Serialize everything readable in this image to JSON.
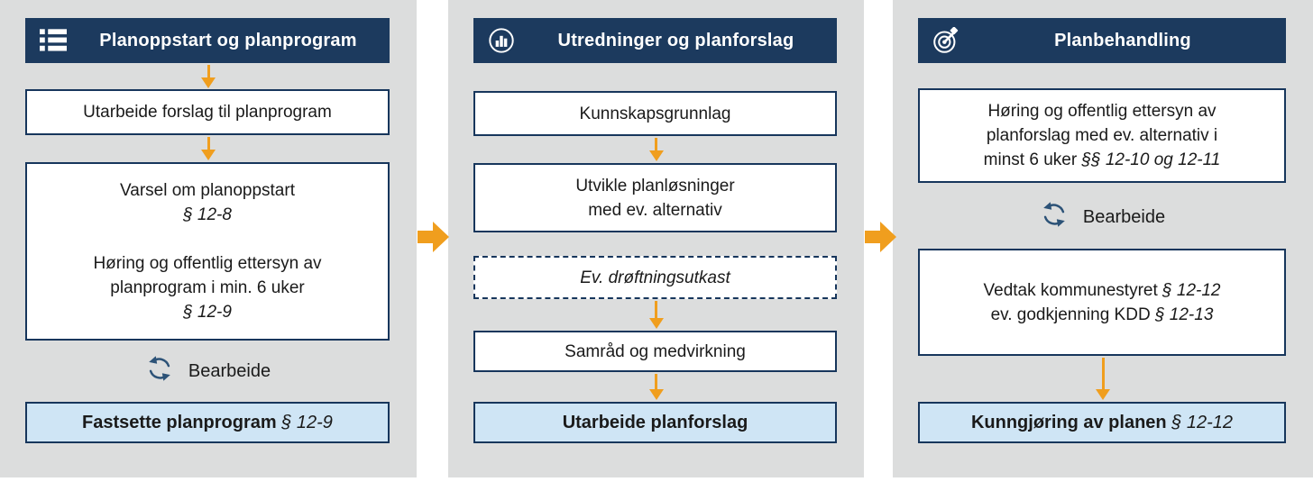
{
  "colors": {
    "header_navy": "#1c3a5e",
    "box_border_navy": "#17365c",
    "final_box_blue": "#cfe5f5",
    "arrow_orange": "#f09e1e",
    "panel_gray": "#dcdddd",
    "cycle_icon_blue": "#2c5277"
  },
  "icons": {
    "col1_header": "list-icon",
    "col2_header": "bar-chart-icon",
    "col3_header": "target-dart-icon",
    "rework": "refresh-cycle-icon",
    "flow": "arrow-down-icon",
    "between_columns": "block-arrow-right-icon"
  },
  "col1": {
    "header": "Planoppstart og planprogram",
    "box_utarbeide": "Utarbeide forslag til planprogram",
    "box_varsel": {
      "line1": "Varsel om planoppstart",
      "ref1": "§ 12-8",
      "line2": "Høring og offentlig ettersyn av",
      "line3": "planprogram i min. 6 uker",
      "ref2": "§ 12-9"
    },
    "bearbeide": "Bearbeide",
    "final_bold": "Fastsette planprogram",
    "final_ref": "§ 12-9"
  },
  "col2": {
    "header": "Utredninger og planforslag",
    "box_kunnskap": "Kunnskapsgrunnlag",
    "box_utvikle_line1": "Utvikle planløsninger",
    "box_utvikle_line2": "med ev. alternativ",
    "box_droft": "Ev. drøftningsutkast",
    "box_samrad": "Samråd og medvirkning",
    "final_bold": "Utarbeide planforslag"
  },
  "col3": {
    "header": "Planbehandling",
    "box_horing_line1": "Høring og offentlig ettersyn av",
    "box_horing_line2": "planforslag med ev. alternativ i",
    "box_horing_line3": "minst 6 uker ",
    "box_horing_ref": "§§ 12-10 og 12-11",
    "bearbeide": "Bearbeide",
    "box_vedtak_line1": "Vedtak kommunestyret ",
    "box_vedtak_ref1": "§ 12-12",
    "box_vedtak_line2": "ev. godkjenning KDD ",
    "box_vedtak_ref2": "§ 12-13",
    "final_bold": "Kunngjøring av planen",
    "final_ref": "§ 12-12"
  }
}
